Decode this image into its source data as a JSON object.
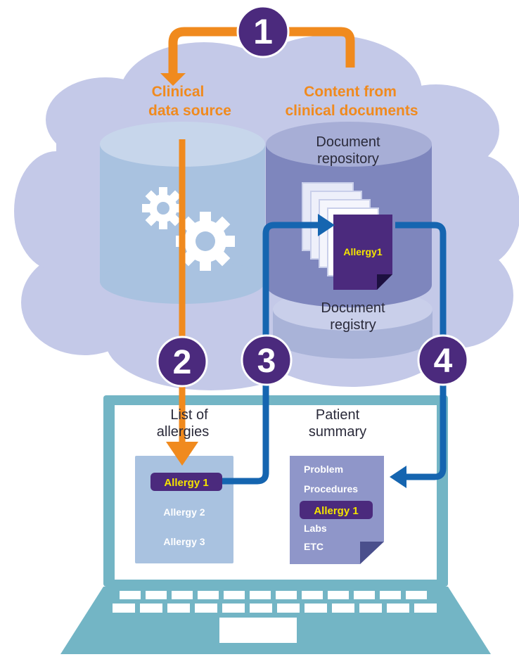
{
  "steps": [
    "1",
    "2",
    "3",
    "4"
  ],
  "source": {
    "line1": "Clinical",
    "line2": "data source"
  },
  "content": {
    "line1": "Content from",
    "line2": "clinical documents"
  },
  "repository": {
    "line1": "Document",
    "line2": "repository"
  },
  "registry": {
    "line1": "Document",
    "line2": "registry"
  },
  "doc_label": "Allergy1",
  "allergies": {
    "title1": "List of",
    "title2": "allergies",
    "items": [
      "Allergy 1",
      "Allergy 2",
      "Allergy 3"
    ]
  },
  "summary": {
    "title1": "Patient",
    "title2": "summary",
    "items": [
      "Problem",
      "Procedures",
      "Allergy 1",
      "Labs",
      "ETC"
    ]
  },
  "colors": {
    "orange": "#f08a1e",
    "blue": "#1565b0",
    "purple": "#4b2a7d",
    "highlight": "#f5e400",
    "cloud": "#c4c9e8",
    "laptop": "#73b5c5"
  },
  "icons": [
    "gear-icon",
    "document-stack-icon"
  ]
}
